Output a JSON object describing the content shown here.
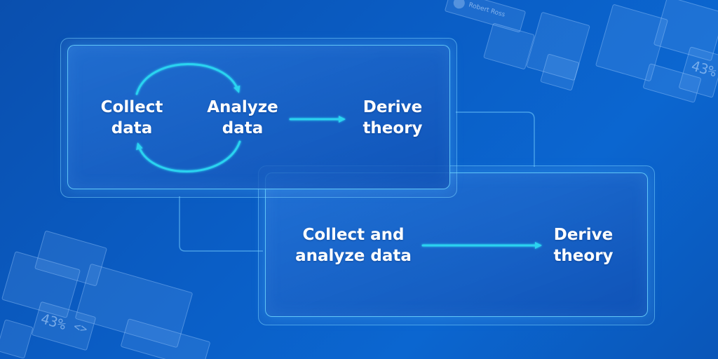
{
  "colors": {
    "accent": "#29d3f0",
    "background": "#0a5ec6",
    "text": "#ffffff"
  },
  "top_panel": {
    "collect": "Collect\ndata",
    "analyze": "Analyze\ndata",
    "derive": "Derive\ntheory"
  },
  "bottom_panel": {
    "collect_analyze": "Collect and\nanalyze data",
    "derive": "Derive\ntheory"
  },
  "decorations": {
    "percent_top": "43%",
    "percent_bottom": "43%",
    "code_symbol": "<>",
    "name_text": "Robert Ross"
  }
}
